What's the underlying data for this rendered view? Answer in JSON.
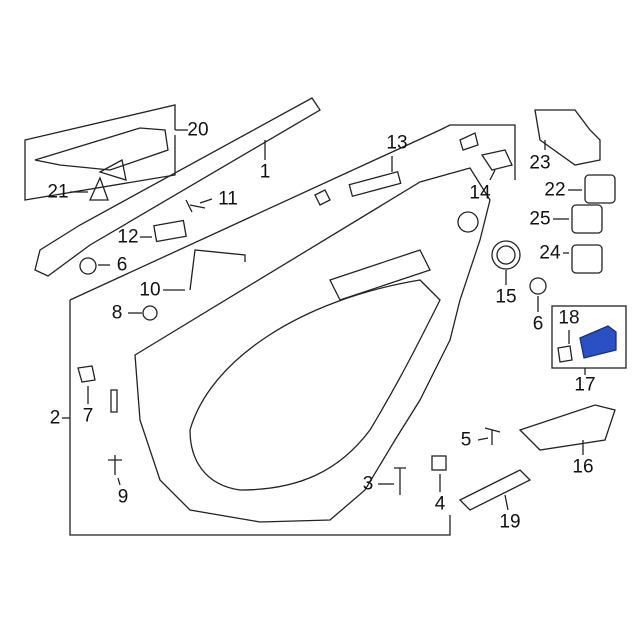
{
  "diagram": {
    "highlight_color": "#2b50c4",
    "callouts": [
      {
        "id": "c20",
        "label": "20"
      },
      {
        "id": "c21",
        "label": "21"
      },
      {
        "id": "c1",
        "label": "1"
      },
      {
        "id": "c11",
        "label": "11"
      },
      {
        "id": "c12",
        "label": "12"
      },
      {
        "id": "c6a",
        "label": "6"
      },
      {
        "id": "c10",
        "label": "10"
      },
      {
        "id": "c8",
        "label": "8"
      },
      {
        "id": "c13",
        "label": "13"
      },
      {
        "id": "c14",
        "label": "14"
      },
      {
        "id": "c23",
        "label": "23"
      },
      {
        "id": "c22",
        "label": "22"
      },
      {
        "id": "c25",
        "label": "25"
      },
      {
        "id": "c24",
        "label": "24"
      },
      {
        "id": "c15",
        "label": "15"
      },
      {
        "id": "c6b",
        "label": "6"
      },
      {
        "id": "c18",
        "label": "18"
      },
      {
        "id": "c17",
        "label": "17"
      },
      {
        "id": "c2",
        "label": "2"
      },
      {
        "id": "c7",
        "label": "7"
      },
      {
        "id": "c9",
        "label": "9"
      },
      {
        "id": "c5",
        "label": "5"
      },
      {
        "id": "c16",
        "label": "16"
      },
      {
        "id": "c3",
        "label": "3"
      },
      {
        "id": "c4",
        "label": "4"
      },
      {
        "id": "c19",
        "label": "19"
      }
    ]
  }
}
